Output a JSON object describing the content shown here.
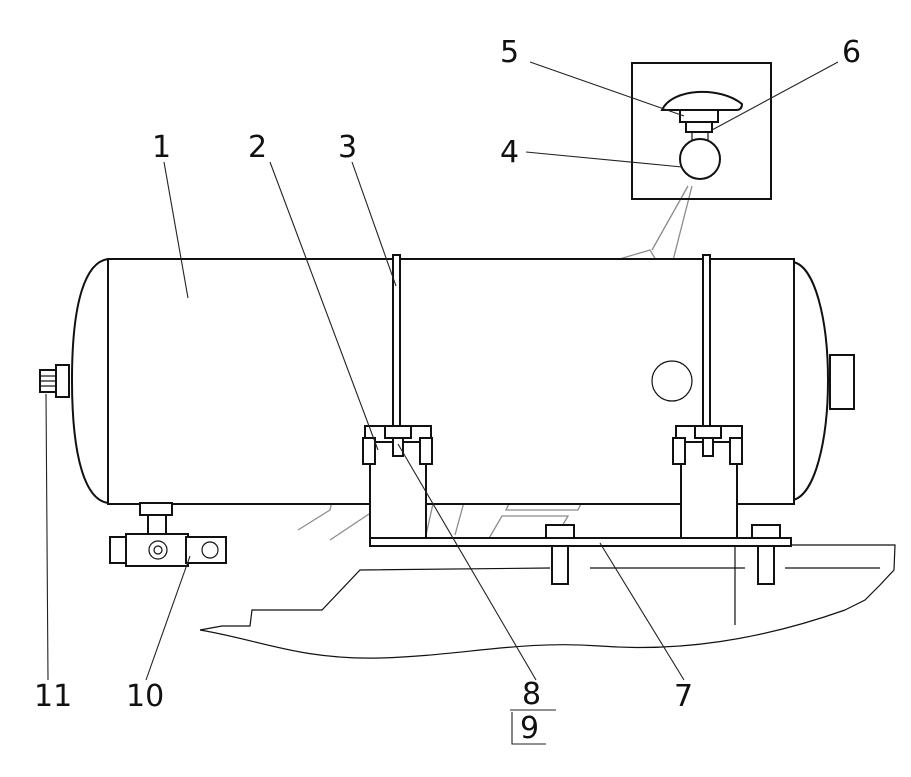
{
  "callouts": [
    {
      "id": "1",
      "label": "1"
    },
    {
      "id": "2",
      "label": "2"
    },
    {
      "id": "3",
      "label": "3"
    },
    {
      "id": "4",
      "label": "4"
    },
    {
      "id": "5",
      "label": "5"
    },
    {
      "id": "6",
      "label": "6"
    },
    {
      "id": "7",
      "label": "7"
    },
    {
      "id": "8",
      "label": "8"
    },
    {
      "id": "9",
      "label": "9"
    },
    {
      "id": "10",
      "label": "10"
    },
    {
      "id": "11",
      "label": "11"
    }
  ],
  "colors": {
    "line": "#111111",
    "watermark": "#8c8c8c",
    "background": "#ffffff"
  }
}
